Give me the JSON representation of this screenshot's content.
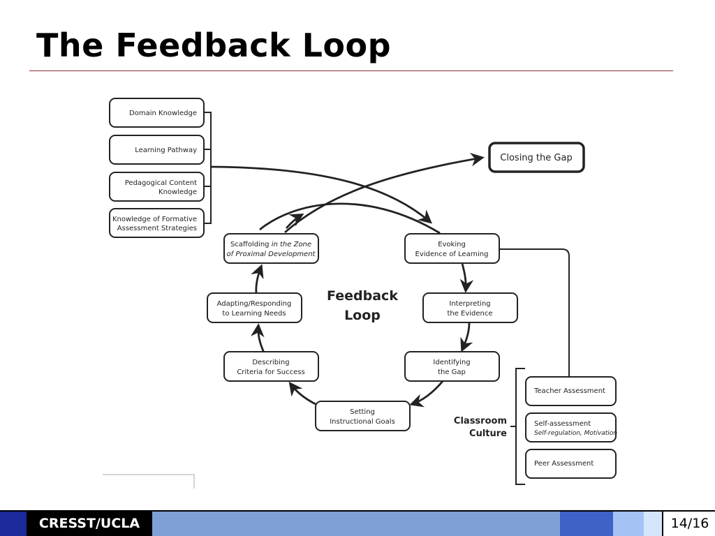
{
  "slide": {
    "title": "The Feedback Loop"
  },
  "diagram": {
    "knowledge": [
      "Domain Knowledge",
      "Learning Pathway",
      "Pedagogical Content Knowledge",
      "Knowledge of Formative Assessment Strategies"
    ],
    "closing": "Closing the Gap",
    "center": [
      "Feedback",
      "Loop"
    ],
    "loop": {
      "evoking": [
        "Evoking",
        "Evidence of Learning"
      ],
      "interpreting": [
        "Interpreting",
        "the Evidence"
      ],
      "identifying": [
        "Identifying",
        "the Gap"
      ],
      "setting": [
        "Setting",
        "Instructional Goals"
      ],
      "describing": [
        "Describing",
        "Criteria for Success"
      ],
      "adapting": [
        "Adapting/Responding",
        "to Learning Needs"
      ],
      "scaffolding": {
        "lead": "Scaffolding ",
        "lead_italic": "in the Zone",
        "line2_italic": "of Proximal Development"
      }
    },
    "culture": {
      "label": [
        "Classroom",
        "Culture"
      ],
      "teacher": "Teacher Assessment",
      "self": "Self-assessment",
      "self_sub": "Self-regulation, Motivation",
      "peer": "Peer Assessment"
    }
  },
  "footer": {
    "brand": "CRESST/UCLA",
    "page": "14/16"
  }
}
